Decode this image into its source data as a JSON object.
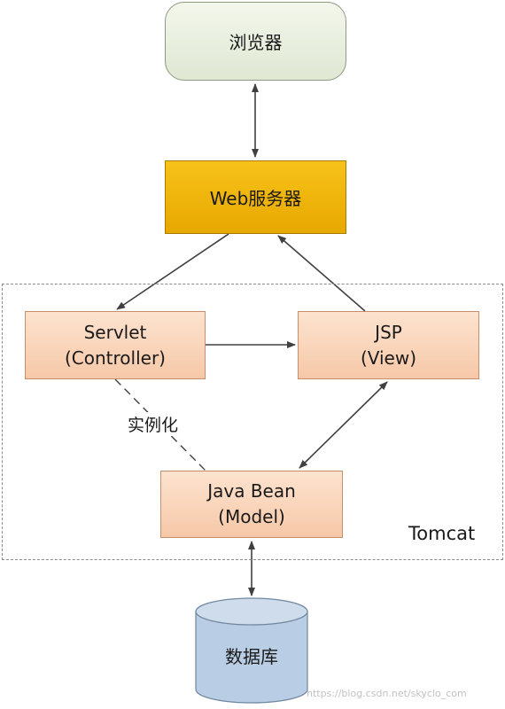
{
  "nodes": {
    "browser": "浏览器",
    "web_server": "Web服务器",
    "servlet": {
      "line1": "Servlet",
      "line2": "(Controller)"
    },
    "jsp": {
      "line1": "JSP",
      "line2": "(View)"
    },
    "java_bean": {
      "line1": "Java Bean",
      "line2": "(Model)"
    },
    "database": "数据库"
  },
  "labels": {
    "instantiate": "实例化",
    "container": "Tomcat"
  },
  "watermark": "https://blog.csdn.net/skyclo_com",
  "colors": {
    "browser_fill": "#e8efdf",
    "web_server_fill": "#f0b400",
    "component_fill": "#f9d4ba",
    "database_fill": "#b9cde4",
    "line": "#404040"
  }
}
